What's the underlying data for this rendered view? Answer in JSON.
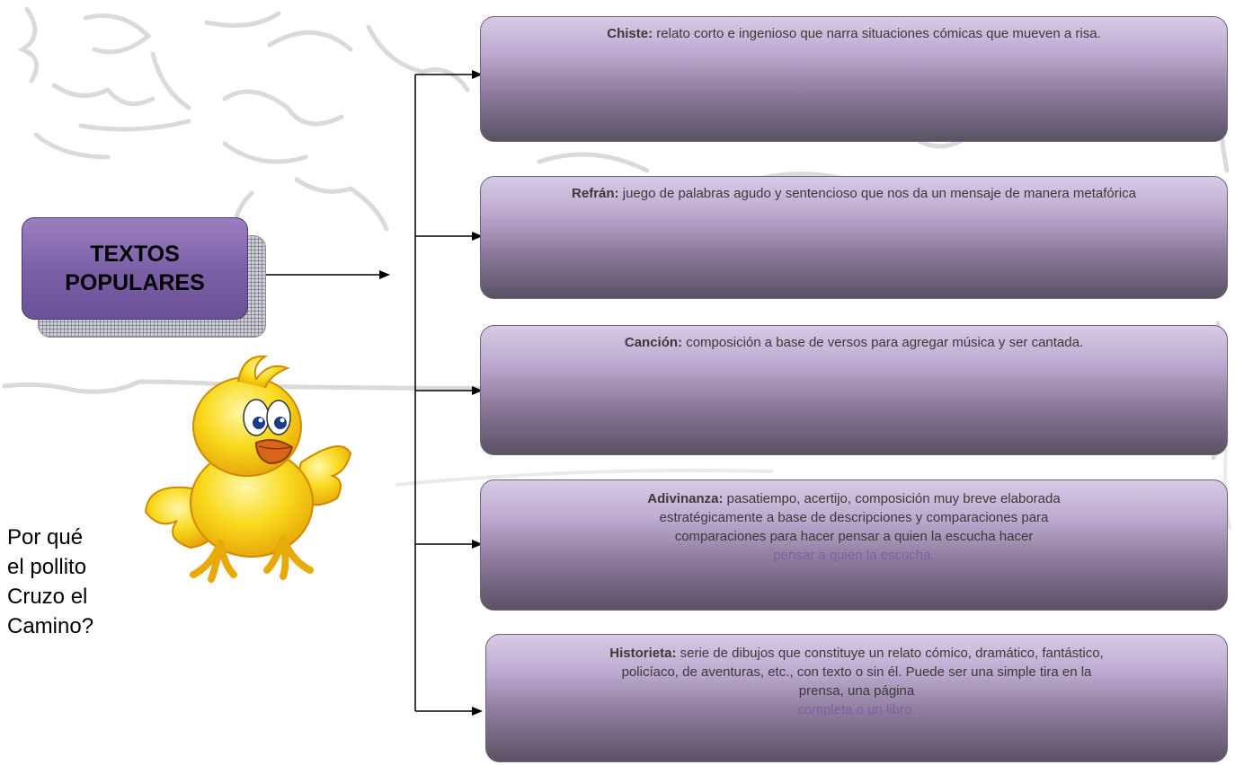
{
  "diagram": {
    "main_label": "TEXTOS\nPOPULARES",
    "side_question": "Por qué\nel pollito\nCruzo el\nCamino?",
    "items": [
      {
        "term": "Chiste:",
        "description": " relato corto e ingenioso que narra situaciones cómicas que mueven a risa.",
        "extra": ""
      },
      {
        "term": "Refrán:",
        "description": " juego de palabras agudo y sentencioso que nos da un mensaje de manera metafórica",
        "extra": ""
      },
      {
        "term": "Canción:",
        "description": " composición a base de versos para agregar música y ser cantada.",
        "extra": ""
      },
      {
        "term": "Adivinanza:",
        "description": " pasatiempo, acertijo, composición muy breve elaborada estratégicamente a base de descripciones y comparaciones para comparaciones para hacer pensar a quien la escucha hacer",
        "extra": "pensar a quien la escucha."
      },
      {
        "term": "Historieta:",
        "description": " serie de dibujos que constituye un relato cómico, dramático, fantástico, policíaco, de aventuras, etc., con texto o sin él. Puede ser una simple tira en la prensa, una página",
        "extra": "completa o un libro."
      }
    ]
  },
  "colors": {
    "main_box": "#7a5ea6",
    "card_top": "#d8cbe6",
    "card_bottom": "#5b5163",
    "chick": "#f7d21a"
  },
  "icons": [
    "chick-illustration",
    "arrow-icon"
  ]
}
